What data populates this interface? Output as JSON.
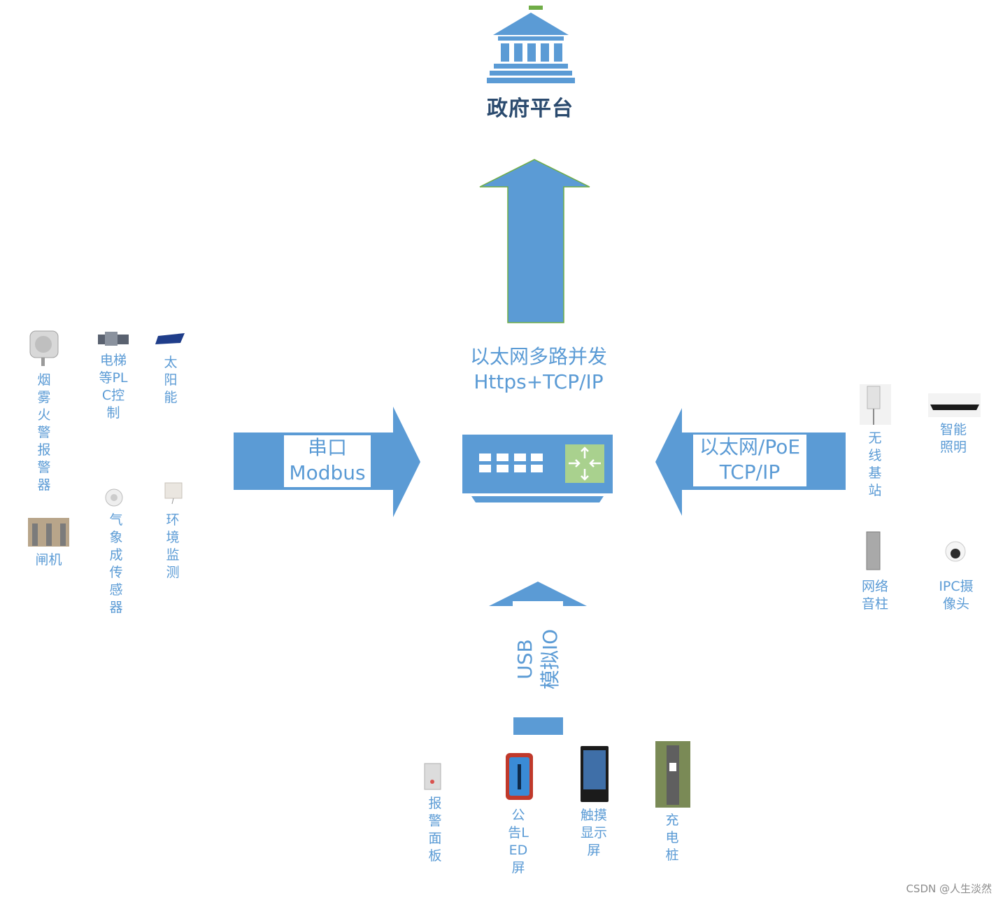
{
  "platform": {
    "title": "政府平台"
  },
  "uplink": {
    "line1": "以太网多路并发",
    "line2": "Https+TCP/IP"
  },
  "left_arrow": {
    "line1": "串口",
    "line2": "Modbus"
  },
  "right_arrow": {
    "line1": "以太网/PoE",
    "line2": "TCP/IP"
  },
  "bottom_arrow": {
    "line1": "USB",
    "line2": "模拟IO"
  },
  "left_devices": [
    {
      "label": "烟雾火警报警器"
    },
    {
      "label": "电梯等PLC控制"
    },
    {
      "label": "太阳能"
    },
    {
      "label": "闸机"
    },
    {
      "label": "气象成传感器"
    },
    {
      "label": "环境监测"
    }
  ],
  "right_devices": [
    {
      "label": "无线基站"
    },
    {
      "label": "智能照明"
    },
    {
      "label": "网络音柱"
    },
    {
      "label": "IPC摄像头"
    }
  ],
  "bottom_devices": [
    {
      "label": "报警面板"
    },
    {
      "label": "公告LED屏"
    },
    {
      "label": "触摸显示屏"
    },
    {
      "label": "充电桩"
    }
  ],
  "colors": {
    "arrow": "#5b9bd5",
    "title": "#2a4a6e",
    "switch_port": "#a9d18e",
    "accent": "#70ad47"
  },
  "watermark": "CSDN @人生淡然"
}
